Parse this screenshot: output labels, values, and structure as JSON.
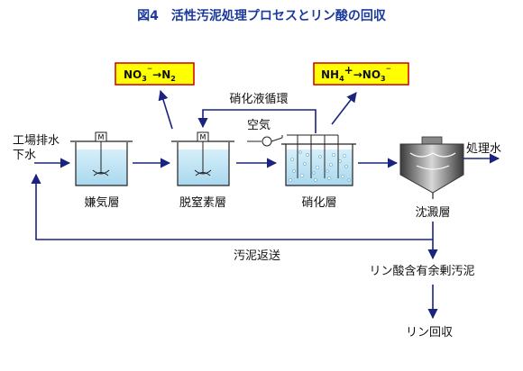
{
  "title": "図4　活性汚泥処理プロセスとリン酸の回収",
  "colors": {
    "arrow": "#1a237e",
    "water": "#bfe3f3",
    "badge_fill": "#ffff00",
    "badge_border": "#cc0000",
    "title": "#1a3a9c",
    "settler": "#555555"
  },
  "badges": {
    "nitrate": {
      "a": "NO",
      "s1": "3",
      "s2": "⁻",
      "arrow": "→",
      "b": "N",
      "s3": "2"
    },
    "ammonium": {
      "a": "NH",
      "s1": "4",
      "s2": "+",
      "arrow": "→",
      "b": "NO",
      "s3": "3",
      "s4": "⁻"
    }
  },
  "labels": {
    "inflow_line1": "工場排水",
    "inflow_line2": "下水",
    "anaerobic": "嫌気層",
    "denitrification": "脱窒素層",
    "nitrification": "硝化層",
    "settling": "沈澱層",
    "treated_water": "処理水",
    "recirculation": "硝化液循環",
    "air": "空気",
    "sludge_return": "汚泥返送",
    "phosphate_sludge": "リン酸含有余剰汚泥",
    "phosphorus_recovery": "リン回収",
    "motor": "M"
  }
}
